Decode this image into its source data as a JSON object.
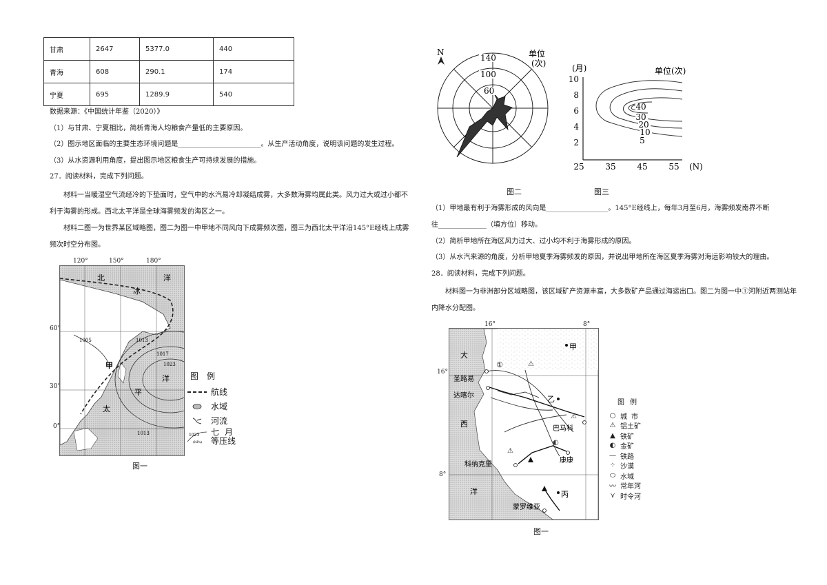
{
  "table": {
    "rows": [
      [
        "甘肃",
        "2647",
        "5377.0",
        "440"
      ],
      [
        "青海",
        "608",
        "290.1",
        "174"
      ],
      [
        "宁夏",
        "695",
        "1289.9",
        "540"
      ]
    ],
    "source": "数据来源：《中国统计年鉴（2020）》"
  },
  "q26": {
    "q1": "（1）与甘肃、宁夏相比，简析青海人均粮食产量低的主要原因。",
    "q2": "（2）图示地区面临的主要生态环境问题是________________________。从生产活动角度，说明该问题的发生过程。",
    "q3": "（3）从水资源利用角度，提出图示地区粮食生产可持续发展的措施。"
  },
  "q27": {
    "title": "27．阅读材料，完成下列问题。",
    "m1": "材料一当暖湿空气流经冷的下垫面时，空气中的水汽易冷却凝结成雾，大多数海雾均属此类。风力过大或过小都不利于海雾的形成。西北太平洋是全球海雾频发的海区之一。",
    "m2": "材料二图一为世界某区域略图，图二为图一中甲地不同风向下成雾频次图，图三为西北太平洋沿145°E经线上成雾频次时空分布图。",
    "q1a": "（1）甲地最有利于海雾形成的风向是__________________。145°E经线上，每年3月至6月，海雾频发南界不断",
    "q1b": "往______________（填方位）移动。",
    "q2": "（2）简析甲地所在海区风力过大、过小均不利于海雾形成的原因。",
    "q3": "（3）从水汽来源的角度，分析甲地夏季海雾频发的原因，并说出甲地所在海区夏季海雾对海运影响较大的理由。"
  },
  "q28": {
    "title": "28．阅读材料，完成下列问题。",
    "m1": "材料图一为非洲部分区域略图，该区域矿产资源丰富，大多数矿产品通过海运出口。图二为图一中①河附近两测站年内降水分配图。"
  },
  "map1": {
    "caption": "图一",
    "lon_ticks": [
      "120°",
      "150°",
      "180°"
    ],
    "lat_ticks": [
      "60°",
      "30°",
      "0°"
    ],
    "labels": {
      "north": "北",
      "ice": "冰",
      "ocean": "洋",
      "pacific_yang": "洋",
      "pacific_ping": "平",
      "pacific_tai": "太",
      "jia": "甲"
    },
    "isobars": [
      "1005",
      "1013",
      "1017",
      "1023",
      "1013"
    ],
    "legend_title": "图例",
    "legend": [
      {
        "label": "航线"
      },
      {
        "label": "水域"
      },
      {
        "label": "河流"
      },
      {
        "label": "七月",
        "label2": "等压线",
        "sample": "1023",
        "unit": "(hPa)"
      }
    ]
  },
  "rose": {
    "caption": "图二",
    "north": "N",
    "rings": [
      "140",
      "100",
      "60"
    ],
    "unit": "单位",
    "unit2": "(次)"
  },
  "contour": {
    "caption": "图三",
    "yaxis_label": "(月)",
    "unit": "单位(次)",
    "y_ticks": [
      "10",
      "8",
      "6",
      "4",
      "2"
    ],
    "x_ticks": [
      "25",
      "35",
      "45",
      "55"
    ],
    "x_unit": "(N)",
    "levels": [
      "40",
      "30",
      "20",
      "10",
      "5"
    ]
  },
  "map2": {
    "caption": "图一",
    "lon_ticks": [
      "16°",
      "8°"
    ],
    "lat_ticks": [
      "16°",
      "8°"
    ],
    "sea_labels": [
      "大",
      "西",
      "洋"
    ],
    "places": {
      "jia": "甲",
      "yi": "乙",
      "bing": "丙",
      "river1": "①",
      "stlouis": "圣路易",
      "dakar": "达喀尔",
      "bamako": "巴马科",
      "conakry": "科纳克里",
      "kankan": "康康",
      "monrovia": "蒙罗维亚"
    },
    "legend_title": "图例",
    "legend": [
      {
        "sym": "○",
        "label": "城市"
      },
      {
        "sym": "⚠",
        "label": "铝土矿"
      },
      {
        "sym": "▲",
        "label": "铁矿"
      },
      {
        "sym": "◐",
        "label": "金矿"
      },
      {
        "sym": "—",
        "label": "铁路"
      },
      {
        "sym": "⁘",
        "label": "沙漠"
      },
      {
        "sym": "⬭",
        "label": "水域"
      },
      {
        "sym": "〰",
        "label": "常年河"
      },
      {
        "sym": "⋎",
        "label": "时令河"
      }
    ]
  }
}
